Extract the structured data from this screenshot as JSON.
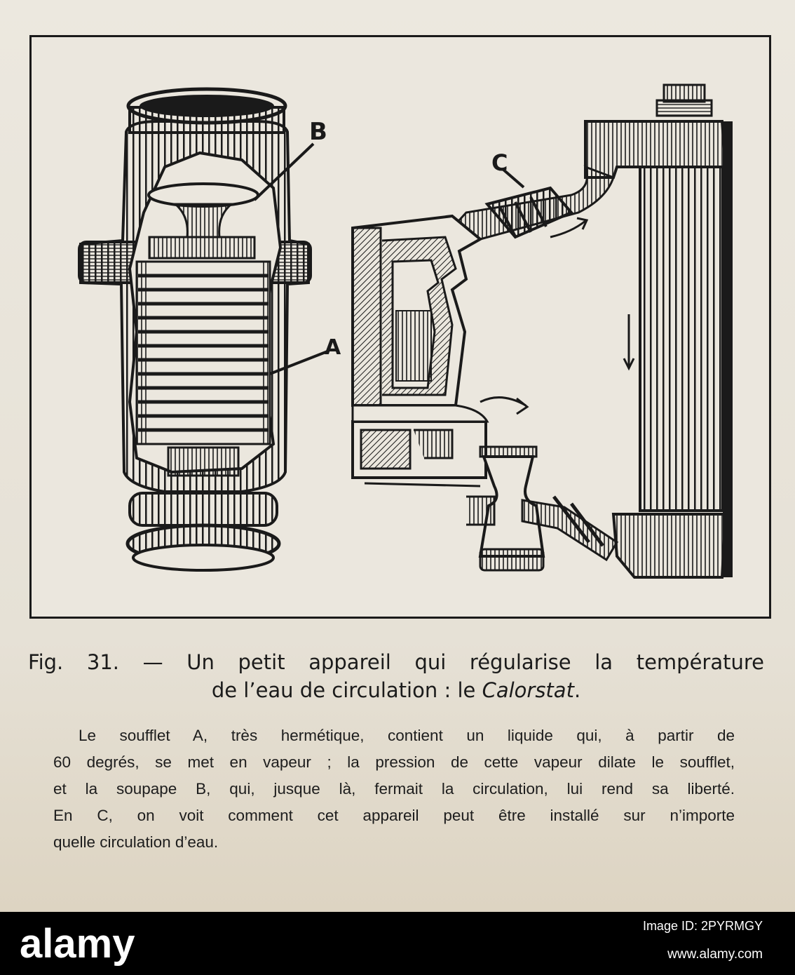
{
  "figure": {
    "label_a": "A",
    "label_b": "B",
    "label_c": "C"
  },
  "caption": {
    "line1": "Fig. 31. — Un petit appareil qui régularise la température",
    "line2_prefix": "de l’eau de circulation : le ",
    "line2_italic": "Calorstat",
    "line2_suffix": "."
  },
  "body": {
    "lines": [
      "Le soufflet A, très hermétique, contient un liquide qui, à partir de",
      "60 degrés, se met en vapeur ; la pression de cette vapeur dilate le soufflet,",
      "et la soupape B, qui, jusque là, fermait la circulation, lui rend sa liberté.",
      "En C, on voit comment cet appareil peut être installé sur n’importe",
      "quelle circulation d’eau."
    ]
  },
  "footer": {
    "logo_text": "alamy",
    "image_id": "Image ID: 2PYRMGY",
    "url": "www.alamy.com"
  },
  "colors": {
    "ink": "#1a1a1a",
    "paper": "#ebe7de",
    "footer_bg": "#000000"
  }
}
